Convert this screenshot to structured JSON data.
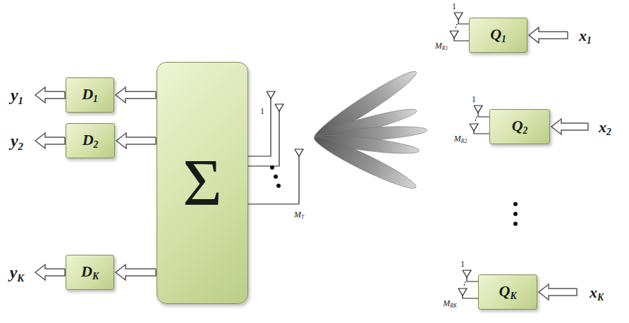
{
  "diagram": {
    "nodes": [
      {
        "text": [
          "D1"
        ]
      },
      {
        "text": [
          "D2"
        ]
      },
      {
        "text": [
          "DK"
        ]
      },
      {
        "text": [
          "Σ"
        ]
      },
      {
        "text": [
          "Q1"
        ]
      },
      {
        "text": [
          "Q2"
        ]
      },
      {
        "text": [
          "QK"
        ]
      }
    ],
    "edges": [
      {
        "from": 3,
        "to": 0,
        "arrow": "to"
      },
      {
        "from": 3,
        "to": 1,
        "arrow": "to"
      },
      {
        "from": 3,
        "to": 2,
        "arrow": "to"
      }
    ],
    "labels": [
      "y1",
      "y2",
      "yK",
      "1",
      "MT",
      "1",
      "MR1",
      "x1",
      "1",
      "MR2",
      "x2",
      "1",
      "MRK",
      "xK"
    ]
  }
}
